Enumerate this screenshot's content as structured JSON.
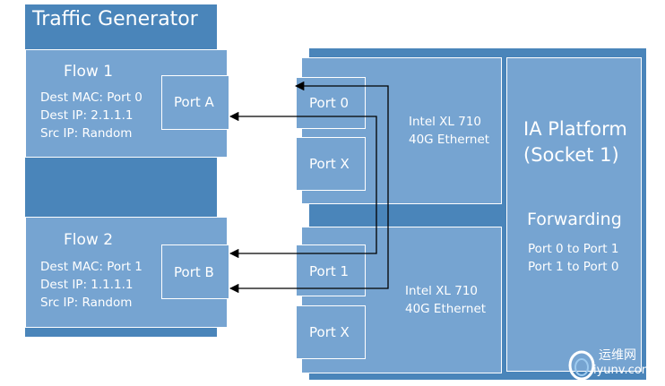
{
  "traffic_generator": {
    "title": "Traffic Generator",
    "flow1": {
      "title": "Flow 1",
      "dest_mac": "Dest MAC: Port 0",
      "dest_ip": "Dest IP: 2.1.1.1",
      "src_ip": "Src IP: Random",
      "port": "Port A"
    },
    "flow2": {
      "title": "Flow 2",
      "dest_mac": "Dest MAC: Port 1",
      "dest_ip": "Dest IP: 1.1.1.1",
      "src_ip": "Src IP: Random",
      "port": "Port B"
    }
  },
  "nic1": {
    "port_a": "Port 0",
    "port_b": "Port X",
    "label_line1": "Intel XL 710",
    "label_line2": "40G Ethernet"
  },
  "nic2": {
    "port_a": "Port 1",
    "port_b": "Port X",
    "label_line1": "Intel XL 710",
    "label_line2": "40G Ethernet"
  },
  "platform": {
    "title_line1": "IA Platform",
    "title_line2": "(Socket 1)",
    "forwarding_title": "Forwarding",
    "rule1": "Port 0 to Port 1",
    "rule2": "Port 1 to Port 0"
  },
  "watermark": {
    "logo_text": "运维网",
    "url_text": "iyunv.com"
  },
  "colors": {
    "dark_blue": "#4a85ba",
    "mid_blue": "#5b91c2",
    "light_blue": "#76a4d1",
    "wire": "#000000"
  }
}
